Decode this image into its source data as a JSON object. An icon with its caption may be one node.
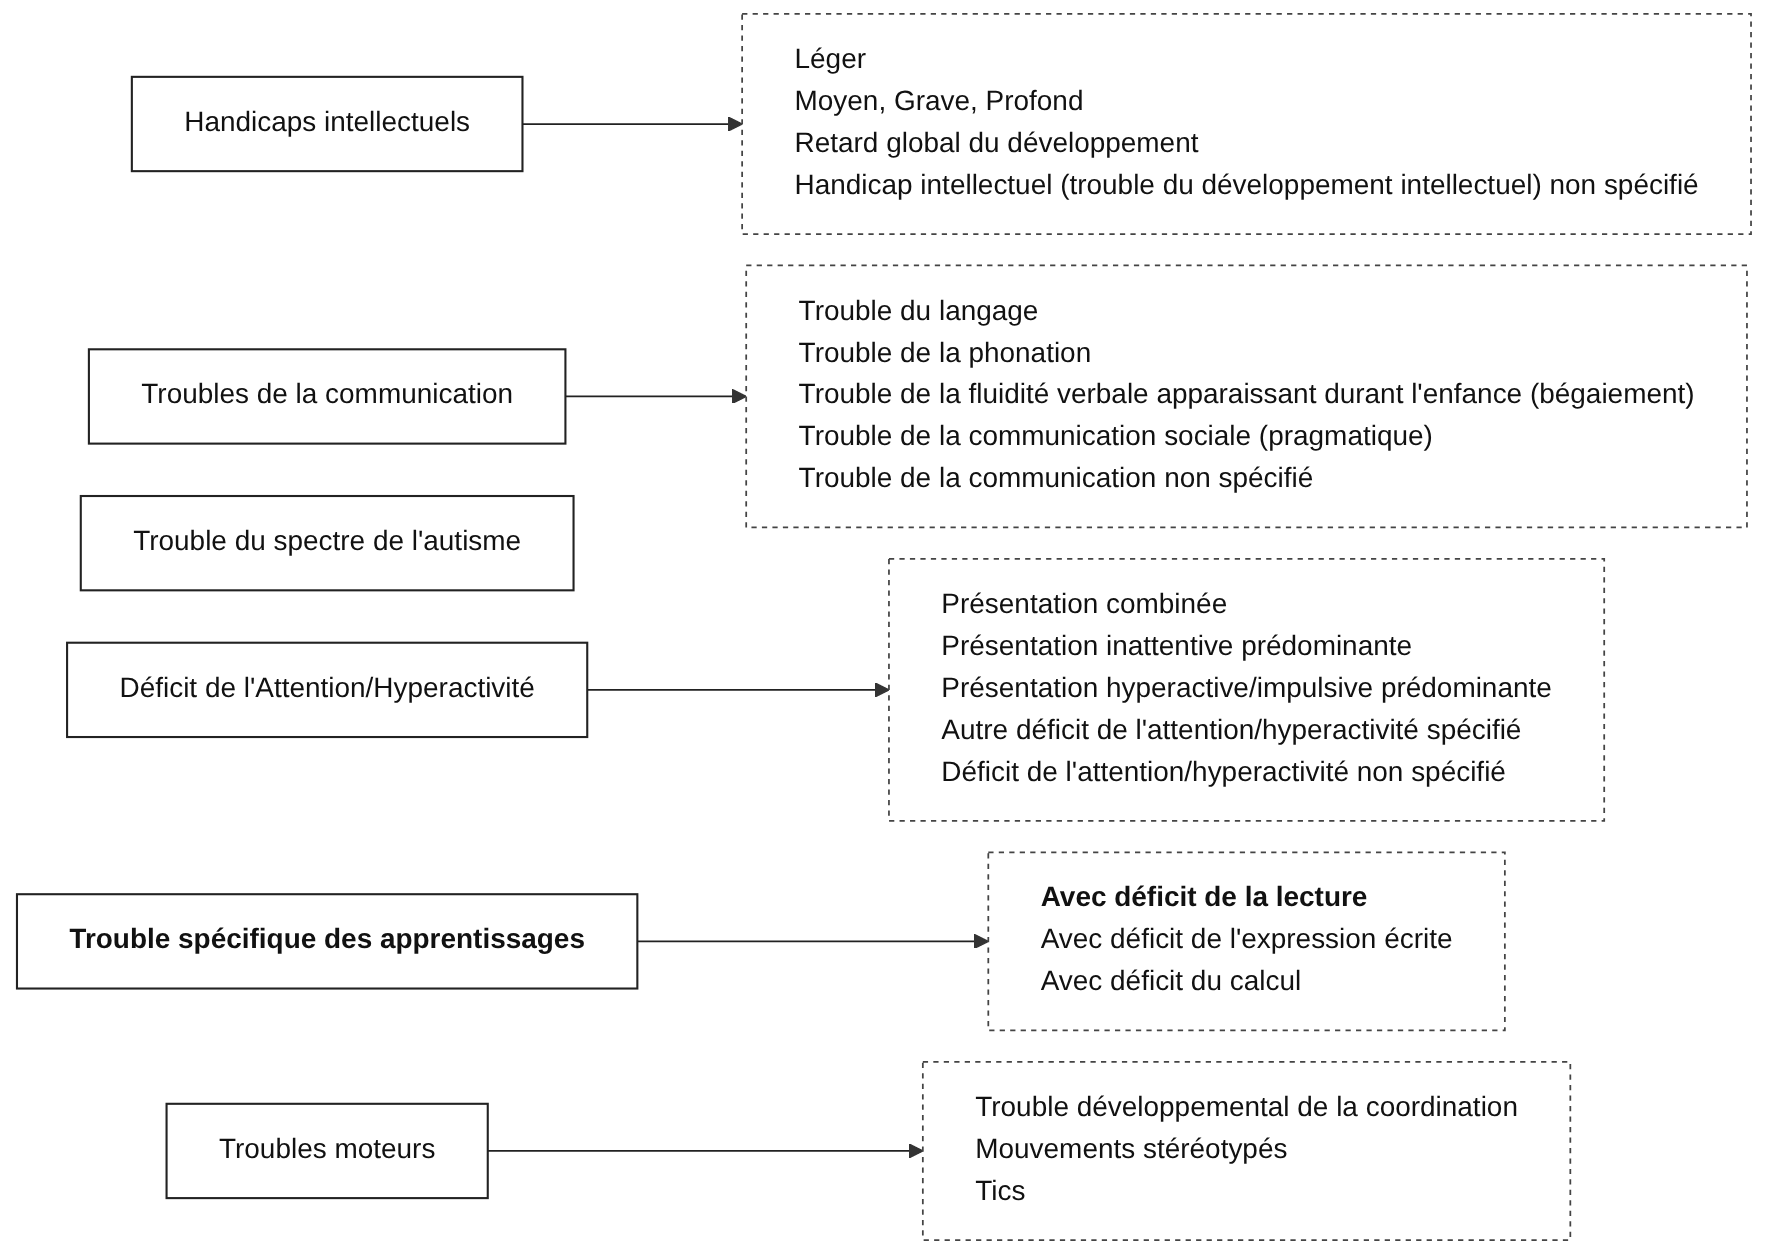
{
  "diagram": {
    "nodes": [
      {
        "text": [
          "Handicaps intellectuels"
        ]
      },
      {
        "text": [
          "Léger",
          "Moyen, Grave, Profond",
          "Retard global du développement",
          "Handicap intellectuel (trouble du développement intellectuel) non spécifié"
        ]
      },
      {
        "text": [
          "Troubles de la communication"
        ]
      },
      {
        "text": [
          "Trouble du langage",
          "Trouble de la phonation",
          "Trouble de la fluidité verbale apparaissant durant l'enfance (bégaiement)",
          "Trouble de la communication sociale (pragmatique)",
          "Trouble de la communication non spécifié"
        ]
      },
      {
        "text": [
          "Trouble du spectre de l'autisme"
        ]
      },
      {
        "text": [
          "Déficit de l'Attention/Hyperactivité"
        ]
      },
      {
        "text": [
          "Présentation combinée",
          "Présentation inattentive prédominante",
          "Présentation hyperactive/impulsive prédominante",
          "Autre déficit de l'attention/hyperactivité spécifié",
          "Déficit de l'attention/hyperactivité non spécifié"
        ]
      },
      {
        "text": [
          "Trouble spécifique des apprentissages"
        ]
      },
      {
        "text": [
          "**Avec déficit de la lecture**",
          "Avec déficit de l'expression écrite",
          "Avec déficit du calcul"
        ]
      },
      {
        "text": [
          "Troubles moteurs"
        ]
      },
      {
        "text": [
          "Trouble développemental de la coordination",
          "Mouvements stéréotypés",
          "Tics"
        ]
      }
    ],
    "edges": [
      {
        "from": 0,
        "to": 1,
        "arrow": "to"
      },
      {
        "from": 2,
        "to": 3,
        "arrow": "to"
      },
      {
        "from": 5,
        "to": 6,
        "arrow": "to"
      },
      {
        "from": 7,
        "to": 8,
        "arrow": "to"
      },
      {
        "from": 9,
        "to": 10,
        "arrow": "to"
      }
    ]
  }
}
